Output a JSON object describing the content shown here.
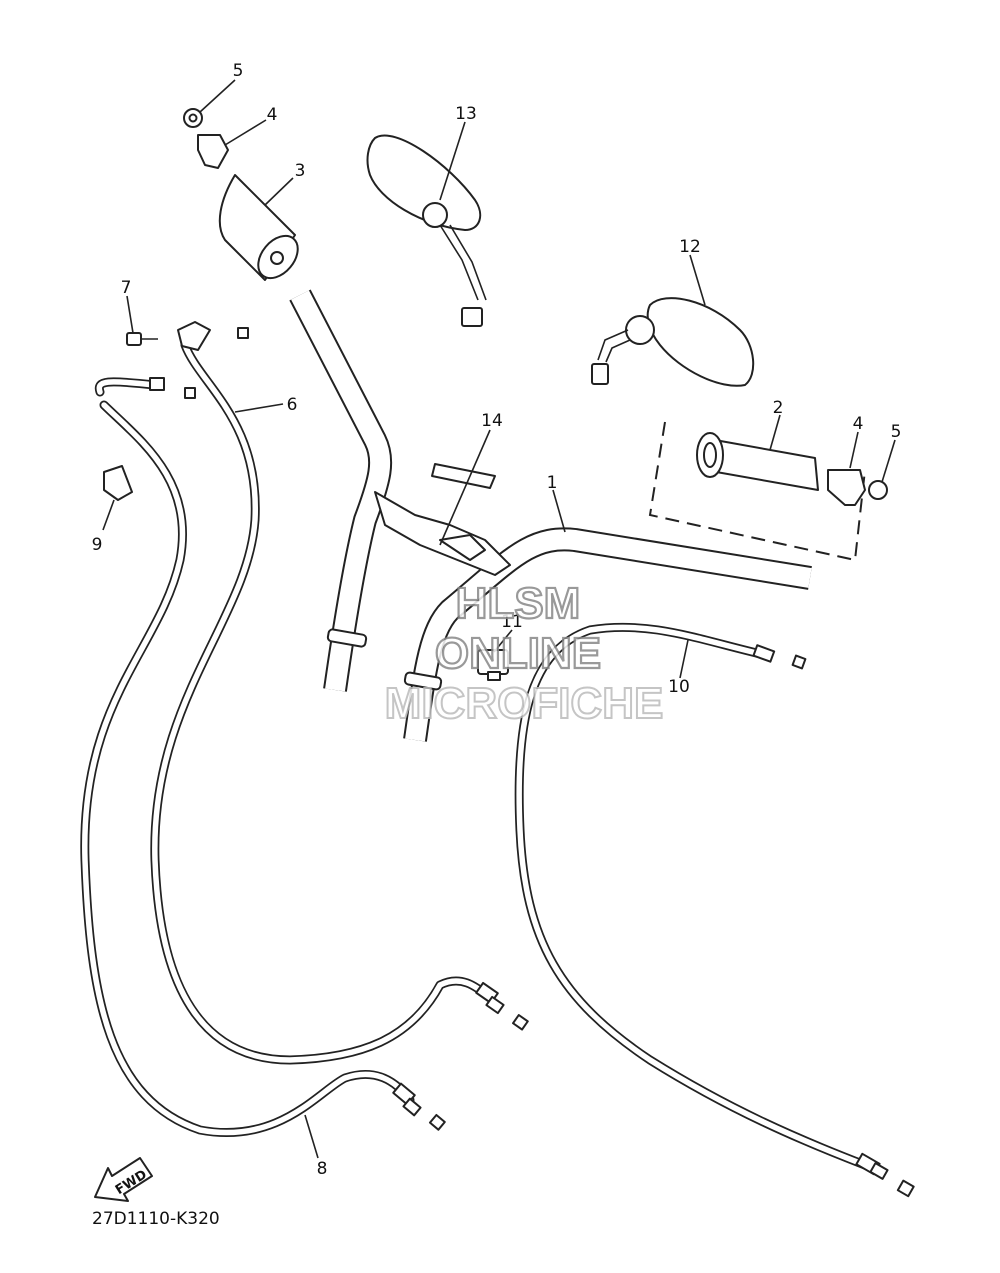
{
  "callouts": {
    "c1": "1",
    "c2": "2",
    "c3": "3",
    "c4a": "4",
    "c4b": "4",
    "c5a": "5",
    "c5b": "5",
    "c6": "6",
    "c7": "7",
    "c8": "8",
    "c9": "9",
    "c10": "10",
    "c11": "11",
    "c12": "12",
    "c13": "13",
    "c14": "14"
  },
  "diagram_code": "27D1110-K320",
  "fwd_label": "FWD",
  "watermark": {
    "line1": "HLSM",
    "line2": "ONLINE",
    "line3": "MICROFICHE"
  }
}
